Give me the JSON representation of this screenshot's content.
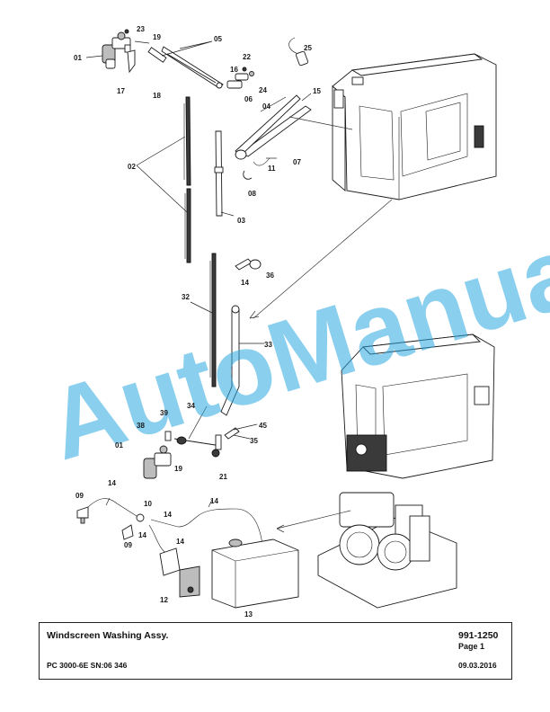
{
  "title_block": {
    "title": "Windscreen Washing Assy.",
    "part_number": "991-1250",
    "page": "Page 1",
    "model": "PC 3000-6E SN:06 346",
    "date": "09.03.2016"
  },
  "watermark": {
    "text": "AutoManual",
    "color": "#29a8e0"
  },
  "callouts": {
    "c01a": "01",
    "c01b": "01",
    "c02": "02",
    "c03": "03",
    "c04": "04",
    "c05": "05",
    "c06": "06",
    "c07": "07",
    "c08": "08",
    "c09a": "09",
    "c09b": "09",
    "c10": "10",
    "c11": "11",
    "c12": "12",
    "c13": "13",
    "c14a": "14",
    "c14b": "14",
    "c14c": "14",
    "c14d": "14",
    "c14e": "14",
    "c14f": "14",
    "c15": "15",
    "c16": "16",
    "c17": "17",
    "c18": "18",
    "c19a": "19",
    "c19b": "19",
    "c21": "21",
    "c22": "22",
    "c23": "23",
    "c24": "24",
    "c25": "25",
    "c32": "32",
    "c33": "33",
    "c34": "34",
    "c35": "35",
    "c36": "36",
    "c38": "38",
    "c39": "39",
    "c45": "45"
  }
}
